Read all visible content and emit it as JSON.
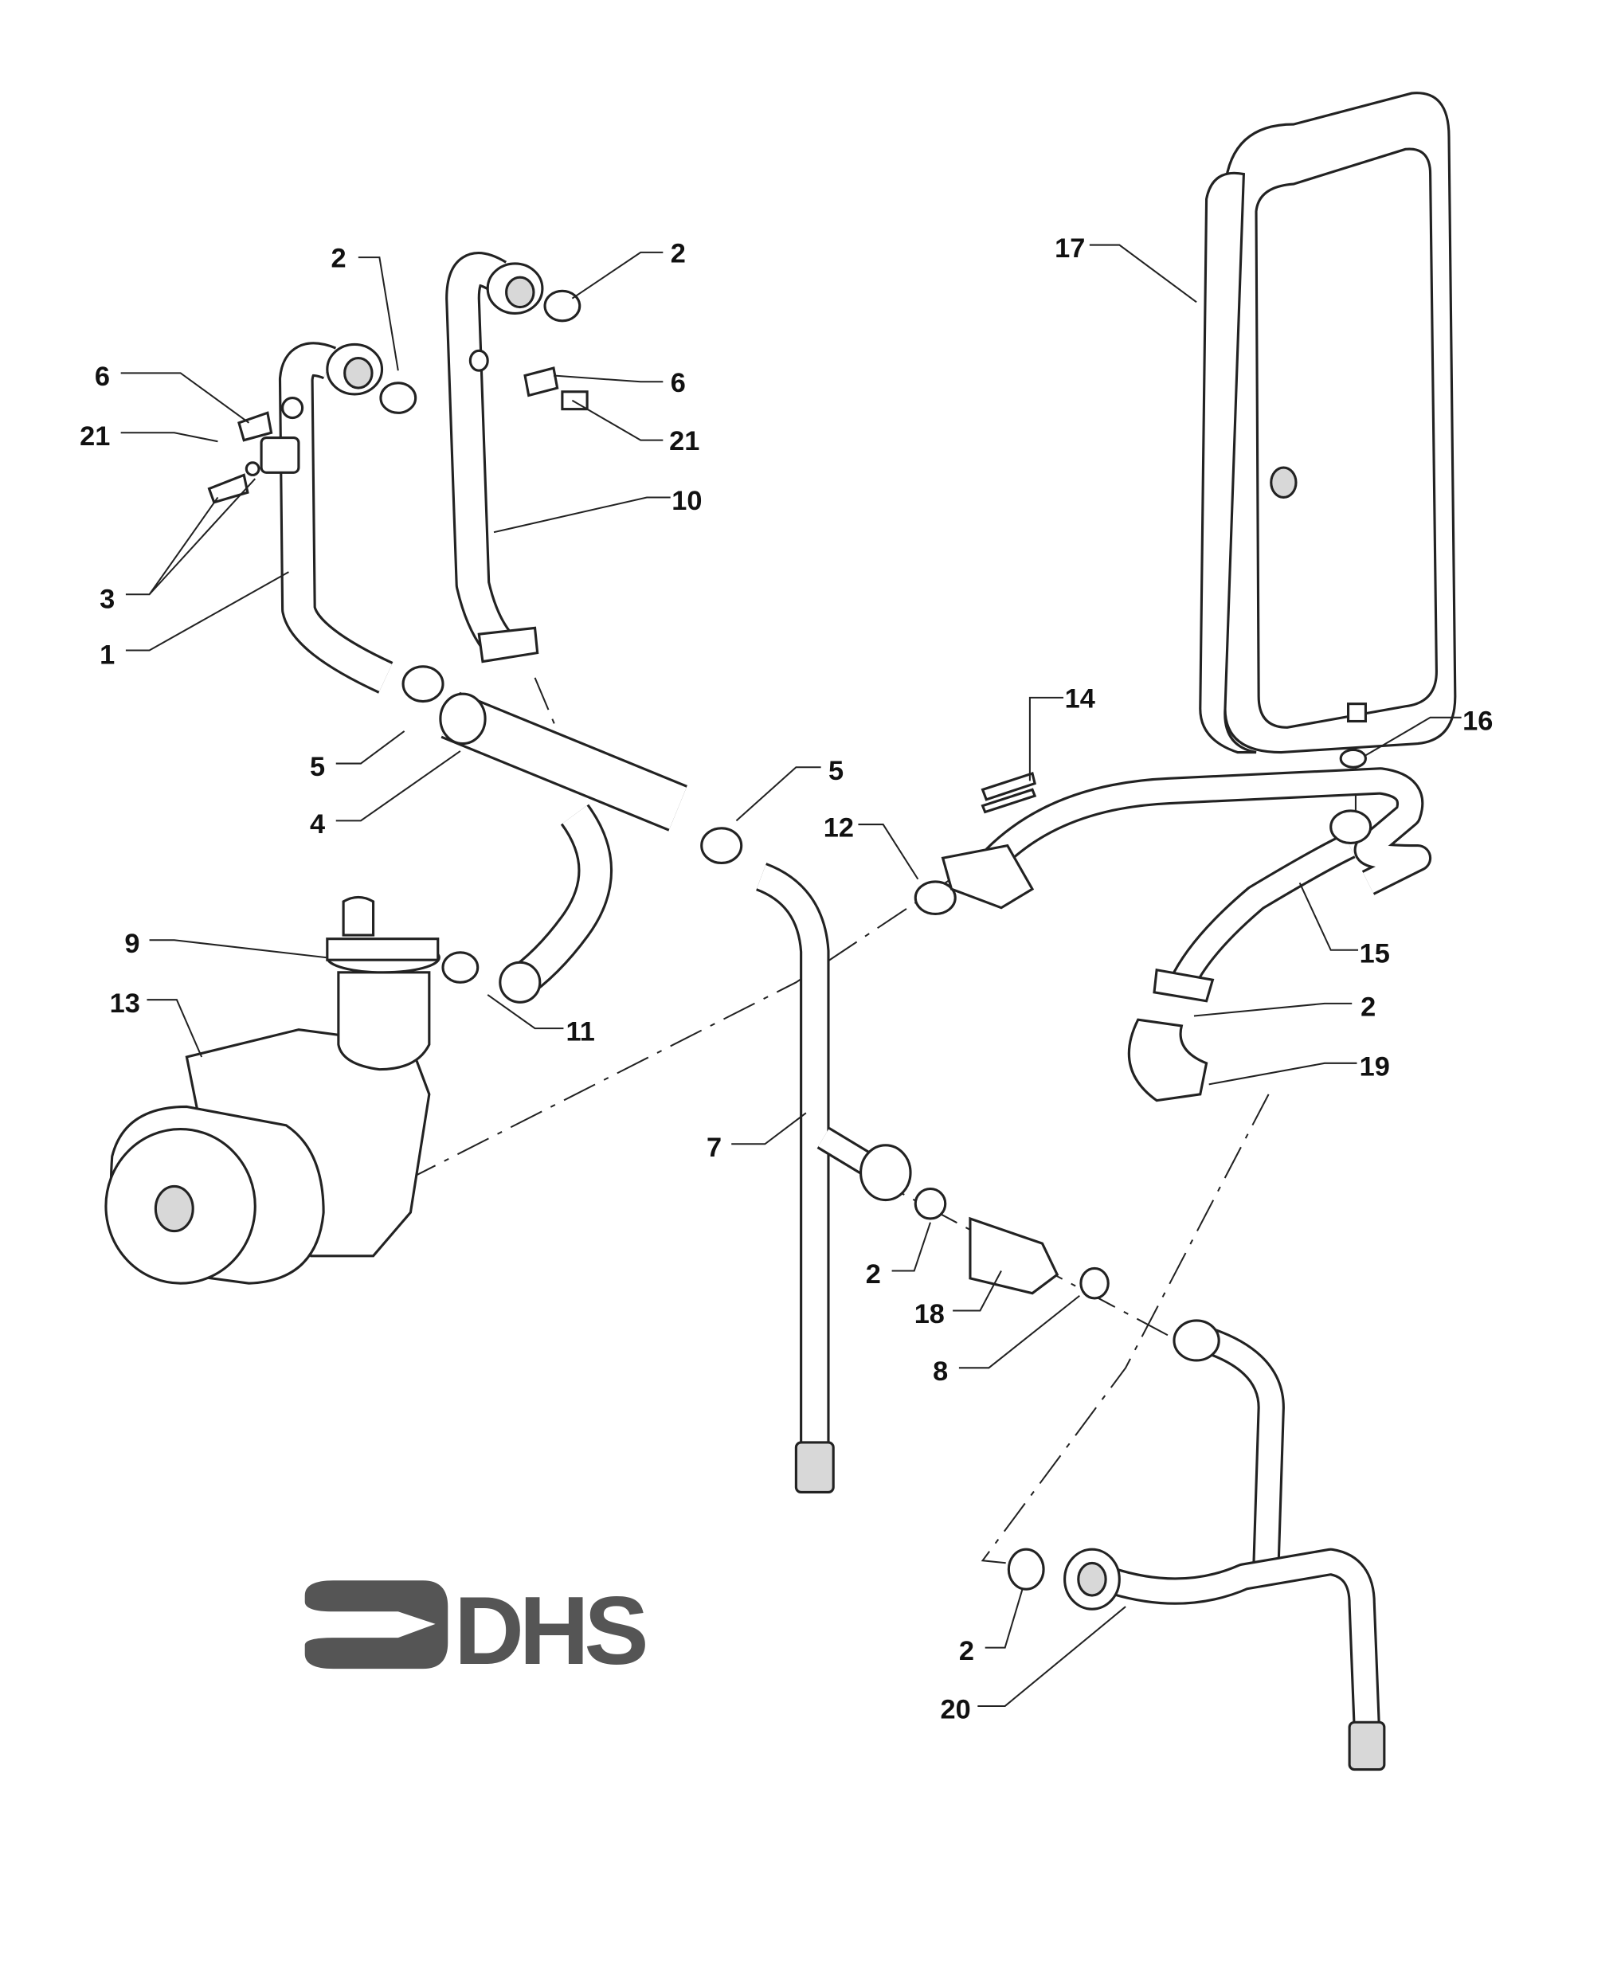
{
  "diagram": {
    "title": "DHS exploded parts diagram - pump and pipework",
    "logo_text": "DHS",
    "logo_color": "#555555",
    "callouts": [
      "2",
      "2",
      "6",
      "21",
      "3",
      "1",
      "6",
      "21",
      "10",
      "17",
      "14",
      "16",
      "5",
      "4",
      "5",
      "12",
      "9",
      "13",
      "11",
      "15",
      "2",
      "19",
      "7",
      "2",
      "18",
      "8",
      "2",
      "20"
    ]
  }
}
